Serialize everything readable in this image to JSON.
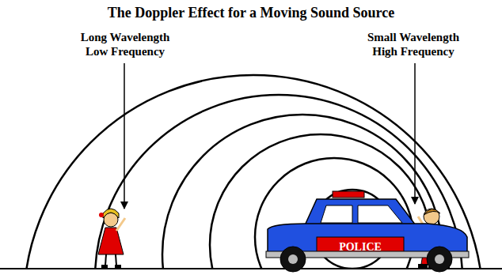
{
  "diagram": {
    "title": "The Doppler Effect for a Moving Sound Source",
    "labels": [
      "Long Wavelength Low Frequency",
      "Small Wavelength High Frequency",
      "POLICE"
    ]
  }
}
